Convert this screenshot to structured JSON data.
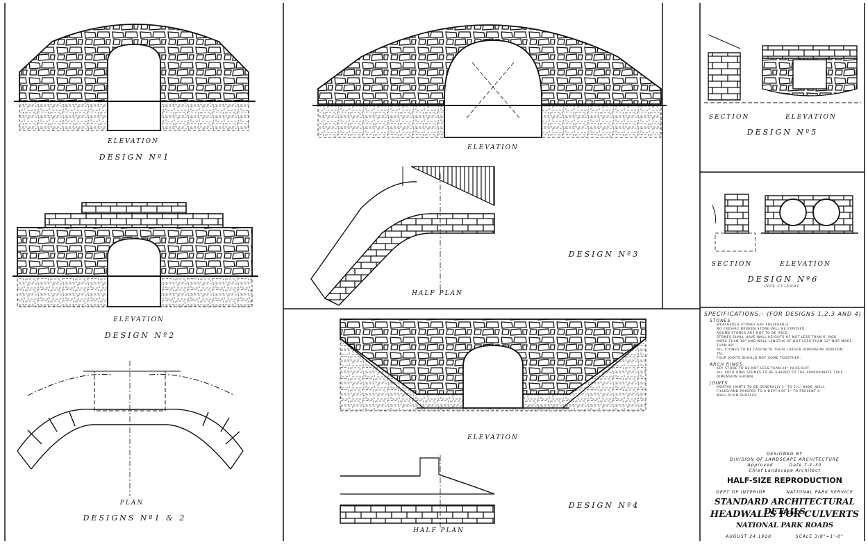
{
  "design1": {
    "elevation": "ELEVATION",
    "title": "DESIGN Nº1"
  },
  "design2": {
    "elevation": "ELEVATION",
    "title": "DESIGN Nº2"
  },
  "plan12": {
    "plan": "PLAN",
    "title": "DESIGNS Nº1 & 2"
  },
  "design3": {
    "elevation": "ELEVATION",
    "half_plan": "HALF PLAN",
    "title": "DESIGN Nº3"
  },
  "design4": {
    "elevation": "ELEVATION",
    "half_plan": "HALF PLAN",
    "title": "DESIGN Nº4"
  },
  "design5": {
    "section": "SECTION",
    "elevation": "ELEVATION",
    "title": "DESIGN Nº5"
  },
  "design6": {
    "section": "SECTION",
    "elevation": "ELEVATION",
    "title": "DESIGN Nº6",
    "subtitle": "PIPE CULVERT"
  },
  "specs": {
    "heading": "SPECIFICATIONS:- (FOR DESIGNS 1,2,3 AND 4)",
    "stones_head": "STONES",
    "stones": [
      "WEATHERED STONES ARE PREFERABLE.",
      "NO FRESHLY BROKEN STONE WILL BE EXPOSED.",
      "ROUND STONES ARE NOT TO BE USED.",
      "STONES SHALL HAVE WALL HEIGHTS OF NOT LESS THAN 6\" NOR",
      "MORE THAN 18\" AND WALL LENGTHS OF NOT LESS THAN 12\" NOR MORE",
      "THAN 48\".",
      "ALL STONES TO BE LAID WITH THEIR LARGER DIMENSION HORIZON-",
      "TAL.",
      "FOUR JOINTS SHOULD NOT COME TOGETHER."
    ],
    "arch_head": "ARCH RINGS",
    "arch": [
      "KEY STONE TO BE NOT LESS THAN 24\" IN HEIGHT.",
      "ALL ARCH RING STONES TO BE SHAPED TO THE APPROXIMATE TRUE",
      "DIMENSION SHOWN."
    ],
    "joints_head": "JOINTS",
    "joints": [
      "MORTAR JOINTS TO BE GENERALLY 1\" TO 1½\" WIDE, WELL",
      "FILLED AND POINTED TO A DEPTH OF 1\" TO PRESENT A",
      "WALL PLAIN SURFACE."
    ]
  },
  "title_block": {
    "designed_by": "DESIGNED BY",
    "division": "DIVISION OF LANDSCAPE ARCHITECTURE",
    "approved": "Approved",
    "date": "Date 7-1-30",
    "chief": "Chief Landscape Architect",
    "half_size": "HALF-SIZE REPRODUCTION",
    "dept": "DEPT OF INTERIOR",
    "nps": "NATIONAL PARK SERVICE",
    "line1": "STANDARD ARCHITECTURAL DETAILS",
    "line2": "HEADWALLS FOR CULVERTS",
    "line3": "NATIONAL PARK ROADS",
    "date_drawn": "AUGUST 24 1928",
    "scale": "SCALE 3/8\"=1'-0\""
  }
}
